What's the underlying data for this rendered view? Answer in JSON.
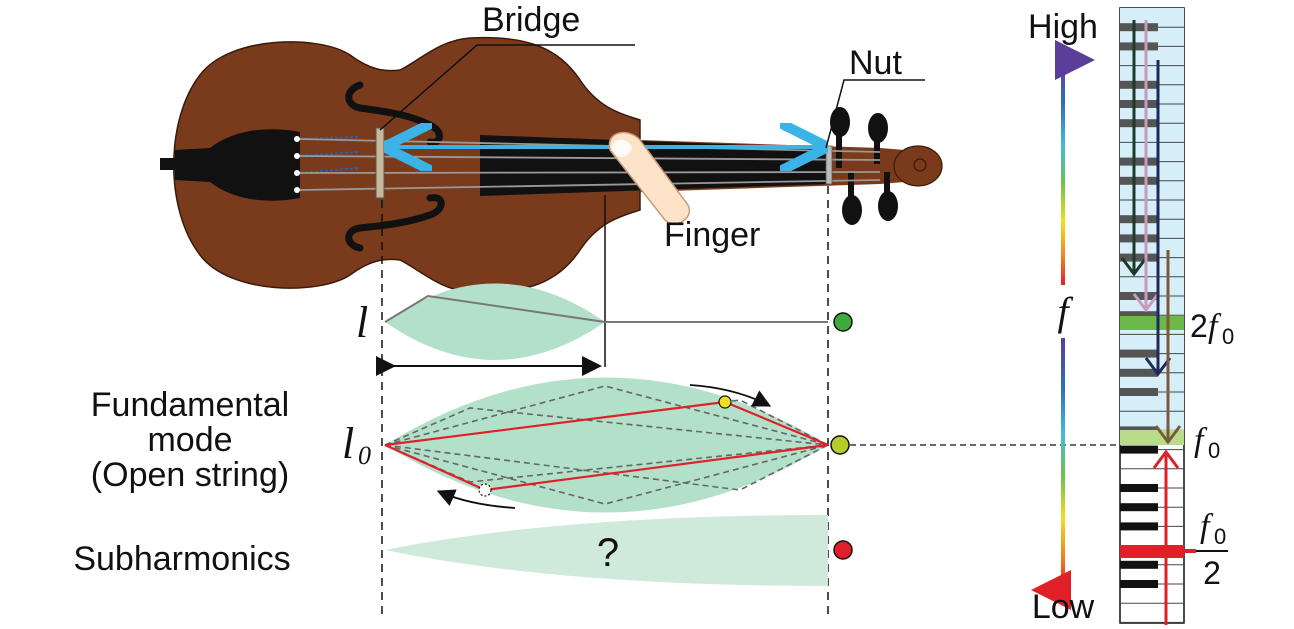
{
  "labels": {
    "bridge": "Bridge",
    "nut": "Nut",
    "finger": "Finger",
    "l": "l",
    "l0_base": "l",
    "l0_sub": "0",
    "fundamental_line1": "Fundamental",
    "fundamental_line2": "mode",
    "fundamental_line3": "(Open string)",
    "subharmonics": "Subharmonics",
    "question": "?",
    "high": "High",
    "low": "Low",
    "f": "f",
    "two_f0_coef": "2",
    "two_f0_f": "f",
    "two_f0_sub": "0",
    "f0_f": "f",
    "f0_sub": "0",
    "half_num_f": "f",
    "half_num_sub": "0",
    "half_den": "2"
  },
  "colors": {
    "violin_body": "#7a3b1c",
    "fingerboard": "#111111",
    "string_wave_fill": "#b3e0c8",
    "red_string": "#e0202a",
    "blue_arrow": "#3bb3e6",
    "dot_green": "#3faa3a",
    "dot_yellowgreen": "#b5cc2a",
    "dot_red": "#e01f26",
    "keyboard_tint": "#d6eef8",
    "key_green": "#6cb84a",
    "key_lightgreen": "#b8dc8a",
    "key_red": "#e0202a"
  }
}
